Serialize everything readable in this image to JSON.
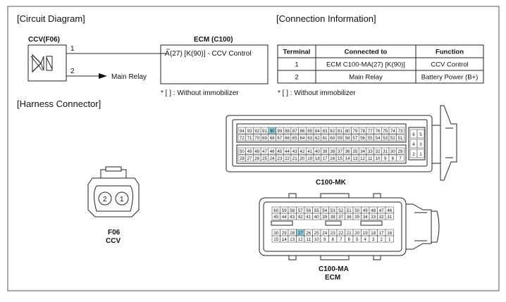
{
  "sections": {
    "circuit": "[Circuit Diagram]",
    "connection": "[Connection Information]",
    "harness": "[Harness Connector]"
  },
  "ccv": {
    "label": "CCV(F06)",
    "pin1": "1",
    "pin2": "2",
    "main_relay": "Main Relay"
  },
  "ecm": {
    "label": "ECM (C100)",
    "pin_text": "(27) [K(90)] - CCV Control",
    "pin_prefix": "A"
  },
  "footnote": "* [ ] : Without immobilizer",
  "table": {
    "headers": [
      "Terminal",
      "Connected to",
      "Function"
    ],
    "rows": [
      [
        "1",
        "ECM C100-MA(27) [K(90)]",
        "CCV Control"
      ],
      [
        "2",
        "Main Relay",
        "Battery Power (B+)"
      ]
    ]
  },
  "connectors": {
    "f06": {
      "pin_left": "2",
      "pin_right": "1",
      "name": "F06",
      "sub": "CCV"
    },
    "c100mk": {
      "name": "C100-MK",
      "row1": [
        "94",
        "93",
        "92",
        "91",
        "90",
        "89",
        "88",
        "87",
        "86",
        "85",
        "84",
        "83",
        "82",
        "81",
        "80",
        "79",
        "78",
        "77",
        "76",
        "75",
        "74",
        "73"
      ],
      "row2": [
        "72",
        "71",
        "70",
        "69",
        "68",
        "67",
        "66",
        "65",
        "64",
        "63",
        "62",
        "61",
        "60",
        "59",
        "58",
        "57",
        "56",
        "55",
        "54",
        "53",
        "52",
        "51"
      ],
      "row3": [
        "50",
        "49",
        "48",
        "47",
        "46",
        "45",
        "44",
        "43",
        "42",
        "41",
        "40",
        "39",
        "38",
        "37",
        "36",
        "35",
        "34",
        "33",
        "32",
        "31",
        "30",
        "29"
      ],
      "row4": [
        "28",
        "27",
        "26",
        "25",
        "24",
        "23",
        "22",
        "21",
        "20",
        "19",
        "18",
        "17",
        "16",
        "15",
        "14",
        "13",
        "12",
        "11",
        "10",
        "9",
        "8",
        "7"
      ],
      "side": [
        [
          "6",
          "5"
        ],
        [
          "4",
          "3"
        ],
        [
          "2",
          "1"
        ]
      ],
      "highlight": "90"
    },
    "c100ma": {
      "name": "C100-MA",
      "sub": "ECM",
      "row1": [
        "60",
        "59",
        "58",
        "57",
        "56",
        "55",
        "54",
        "53",
        "52",
        "51",
        "50",
        "49",
        "48",
        "47",
        "46"
      ],
      "row2": [
        "45",
        "44",
        "43",
        "42",
        "41",
        "40",
        "39",
        "38",
        "37",
        "36",
        "35",
        "34",
        "33",
        "32",
        "31"
      ],
      "row3": [
        "30",
        "29",
        "28",
        "27",
        "26",
        "25",
        "24",
        "23",
        "22",
        "21",
        "20",
        "19",
        "18",
        "17",
        "16"
      ],
      "row4": [
        "15",
        "14",
        "13",
        "12",
        "11",
        "10",
        "9",
        "8",
        "7",
        "6",
        "5",
        "4",
        "3",
        "2",
        "1"
      ],
      "highlight": "27"
    }
  },
  "colors": {
    "highlight": "#8fd0dc",
    "border": "#555555"
  }
}
